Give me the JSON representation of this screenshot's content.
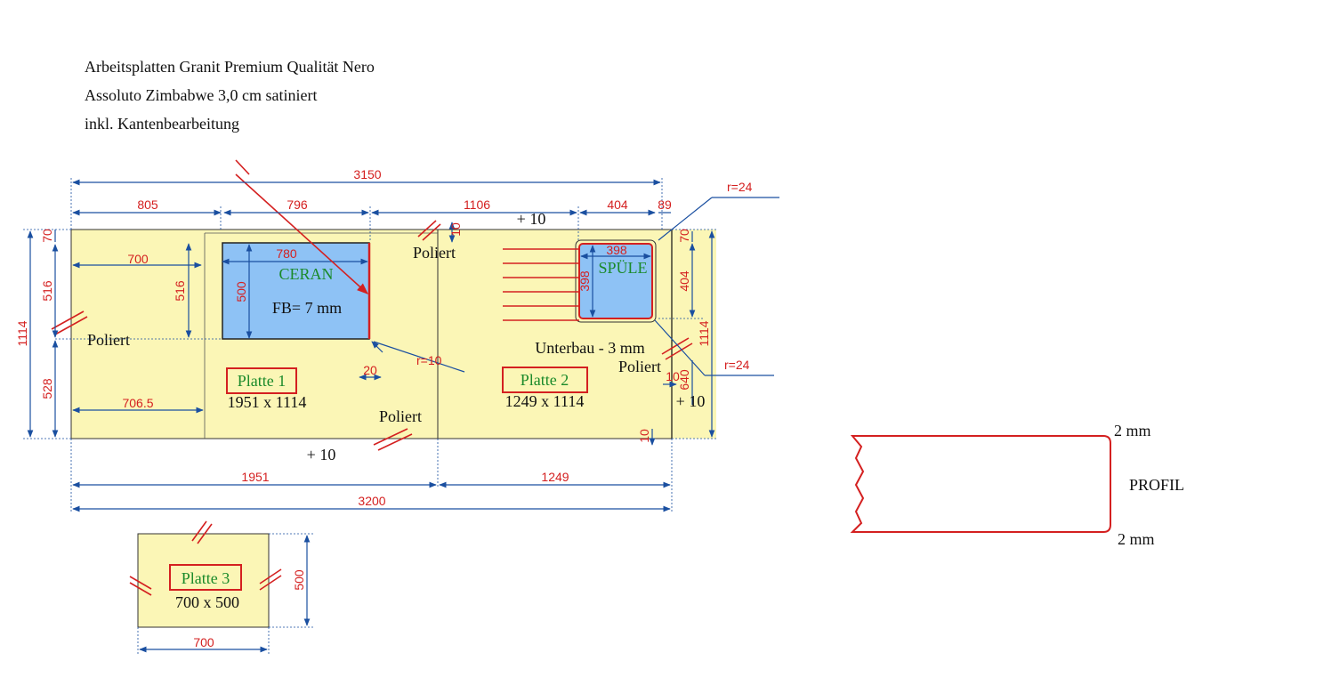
{
  "header": {
    "line1": "Arbeitsplatten Granit Premium Qualität Nero",
    "line2": "Assoluto Zimbabwe 3,0 cm satiniert",
    "line3": "inkl. Kantenbearbeitung"
  },
  "colors": {
    "slab_fill": "#fbf6b6",
    "cutout_fill": "#8ec2f5",
    "dimension_line": "#1a4fa0",
    "dimension_text": "#d42020",
    "label_green": "#1a8a2a"
  },
  "top_dims": {
    "overall": "3150",
    "d805": "805",
    "d796": "796",
    "d1106": "1106",
    "d404": "404",
    "d89": "89",
    "plus10_top": "+ 10",
    "r24_top": "r=24"
  },
  "cutouts": {
    "ceran": {
      "label": "CERAN",
      "fb": "FB= 7 mm",
      "width": "780",
      "height": "500"
    },
    "spuele": {
      "label": "SPÜLE",
      "width": "398",
      "height": "398",
      "note": "Unterbau - 3 mm"
    }
  },
  "left_dims": {
    "total": "1114",
    "top_offset": "70",
    "upper": "516",
    "lower": "528",
    "d700": "700",
    "d516_inner": "516",
    "d706_5": "706.5"
  },
  "right_dims": {
    "d70": "70",
    "d404": "404",
    "total": "1114",
    "d640": "640",
    "d10_a": "10",
    "d10_b": "10",
    "plus10_right": "+ 10",
    "r24_right": "r=24"
  },
  "misc_dims": {
    "d10_top": "10",
    "d20": "20",
    "r10": "r=10",
    "plus10_bottom": "+ 10"
  },
  "edge_labels": {
    "poliert_top": "Poliert",
    "poliert_left": "Poliert",
    "poliert_bottom": "Poliert",
    "poliert_right": "Poliert"
  },
  "plates": [
    {
      "name": "Platte 1",
      "size": "1951 x 1114"
    },
    {
      "name": "Platte 2",
      "size": "1249 x 1114"
    },
    {
      "name": "Platte 3",
      "size": "700 x 500"
    }
  ],
  "bottom_dims": {
    "d1951": "1951",
    "d1249": "1249",
    "d3200": "3200"
  },
  "plate3_dims": {
    "width": "700",
    "height": "500"
  },
  "profile": {
    "label": "PROFIL",
    "top": "2 mm",
    "bottom": "2 mm"
  }
}
